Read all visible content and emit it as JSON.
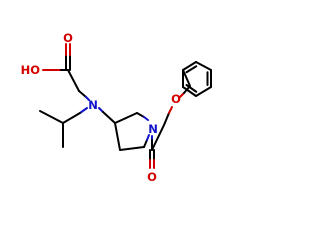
{
  "atoms": {
    "ho_label": "HO",
    "o_acid_label": "O",
    "n_amine_label": "N",
    "n_ring_label": "N",
    "o_carbonyl_label": "O",
    "o_ester_label": "O"
  },
  "colors": {
    "bond": "#000000",
    "oxygen": "#d40000",
    "nitrogen": "#1010c8",
    "background": "#ffffff"
  }
}
